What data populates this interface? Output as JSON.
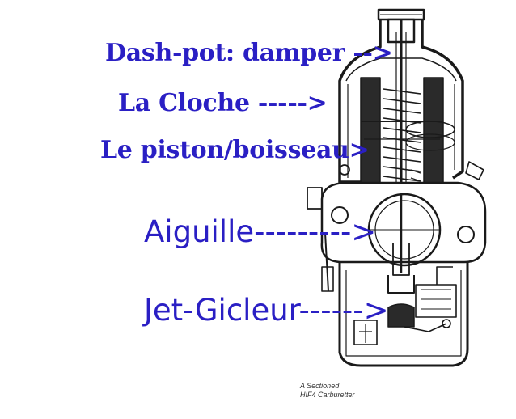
{
  "colors": {
    "label_color": "#2a1fc4",
    "drawing_ink": "#1a1a1a"
  },
  "labels": {
    "dashpot": "Dash-pot: damper -->",
    "cloche": "La Cloche  ----->",
    "piston": "Le piston/boisseau>",
    "aiguille": "Aiguille--------->",
    "jet": "Jet-Gicleur------>"
  },
  "caption": {
    "line1": "A Sectioned",
    "line2": "HIF4 Carburetter"
  }
}
